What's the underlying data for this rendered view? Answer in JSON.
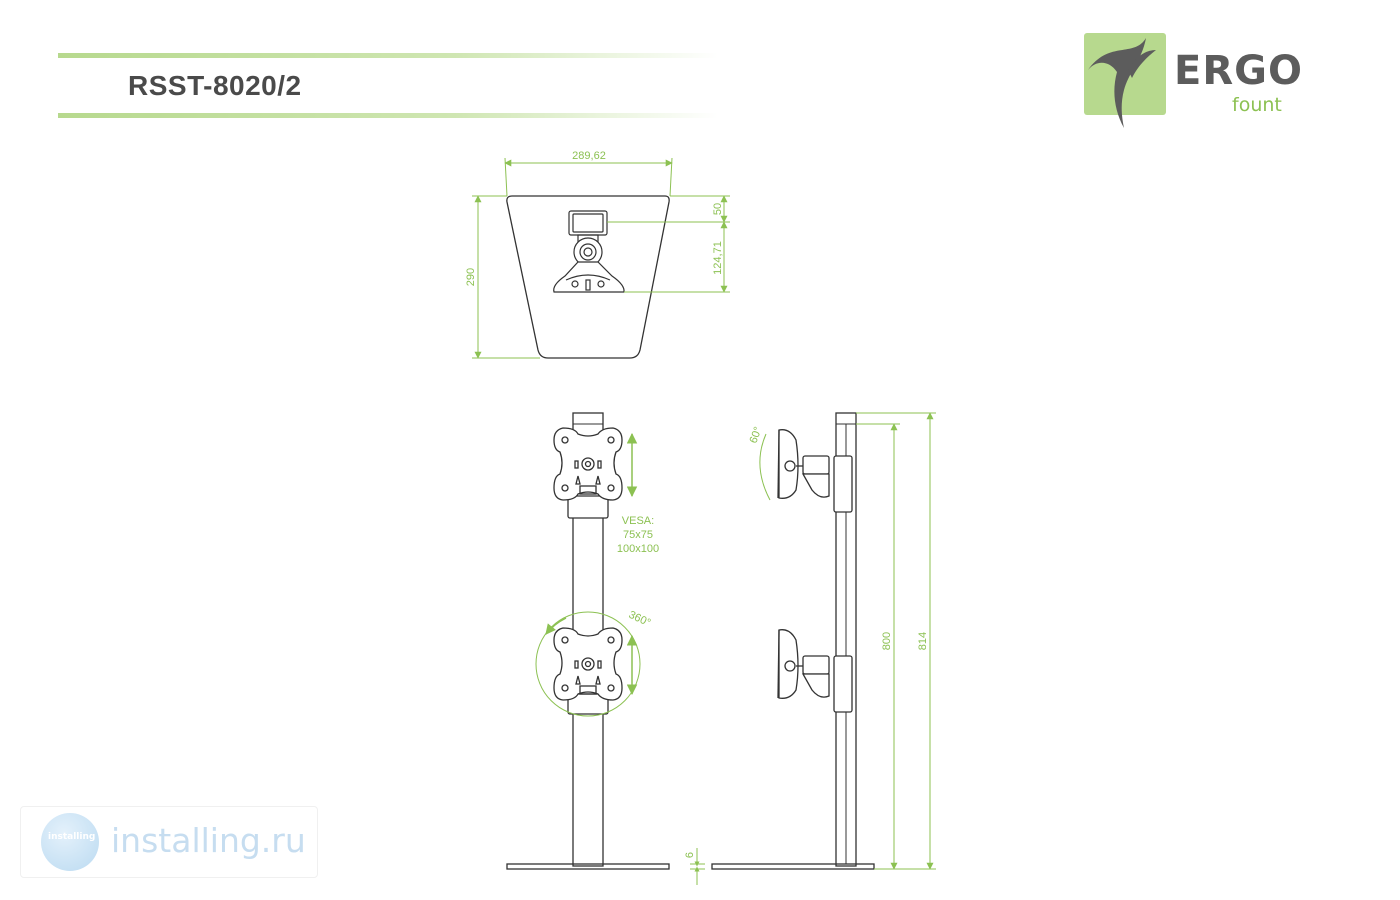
{
  "header": {
    "model": "RSST-8020/2"
  },
  "logo": {
    "brand": "ERGO",
    "sub": "fount",
    "colors": {
      "green": "#8cc152",
      "grey": "#5c5c5c",
      "bg": "#b7d98e"
    }
  },
  "dimensions": {
    "top_width": "289,62",
    "top_depth": "290",
    "offset_a": "50",
    "offset_b": "124,71",
    "height_800": "800",
    "height_814": "814",
    "base_thickness": "6",
    "tilt": "60°",
    "rotation": "360°"
  },
  "vesa": {
    "label": "VESA:",
    "sizes": [
      "75x75",
      "100x100"
    ]
  },
  "watermark": {
    "text": "installing.ru",
    "badge": "installing",
    "color": "#c6ddf0"
  },
  "colors": {
    "dimension": "#8cc152",
    "line": "#333333"
  }
}
